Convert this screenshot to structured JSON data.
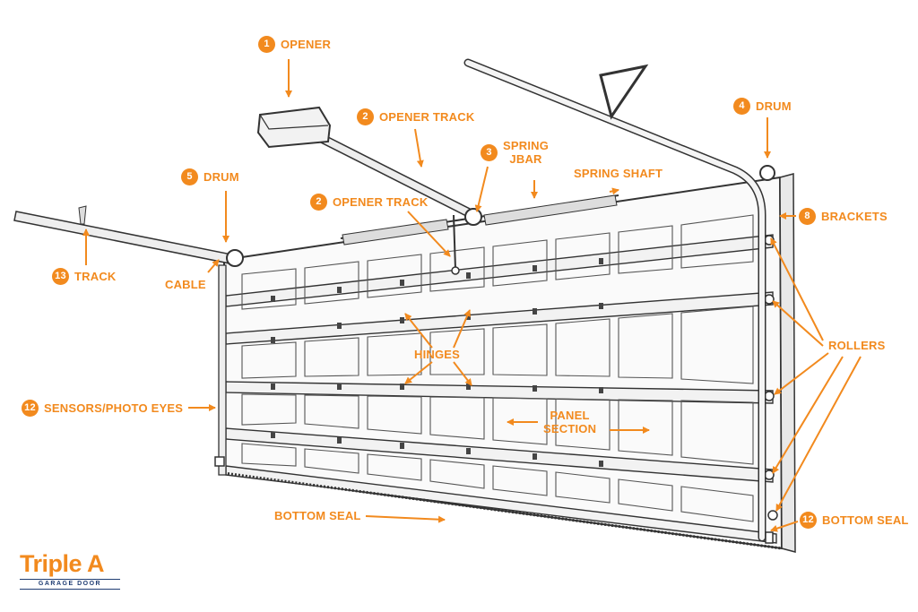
{
  "labels": {
    "opener": {
      "num": "1",
      "text": "OPENER"
    },
    "opener_track_top": {
      "num": "2",
      "text": "OPENER TRACK"
    },
    "spring_jbar": {
      "num": "3",
      "line1": "SPRING",
      "line2": "JBAR"
    },
    "spring_shaft": {
      "text": "SPRING SHAFT"
    },
    "opener_track_mid": {
      "num": "2",
      "text": "OPENER TRACK"
    },
    "drum_right": {
      "num": "4",
      "text": "DRUM"
    },
    "drum_left": {
      "num": "5",
      "text": "DRUM"
    },
    "brackets": {
      "num": "8",
      "text": "BRACKETS"
    },
    "track": {
      "num": "13",
      "text": "TRACK"
    },
    "cable": {
      "text": "CABLE"
    },
    "hinges": {
      "text": "HINGES"
    },
    "rollers": {
      "text": "ROLLERS"
    },
    "sensors": {
      "num": "12",
      "text": "SENSORS/PHOTO EYES"
    },
    "panel_section": {
      "line1": "PANEL",
      "line2": "SECTION"
    },
    "bottom_seal_center": {
      "text": "BOTTOM SEAL"
    },
    "bottom_seal_right": {
      "num": "12",
      "text": "BOTTOM SEAL"
    }
  },
  "logo": {
    "main": "Triple A",
    "sub": "GARAGE DOOR"
  },
  "colors": {
    "accent": "#f28a1e",
    "brand_navy": "#1f3d73",
    "line": "#333333"
  }
}
